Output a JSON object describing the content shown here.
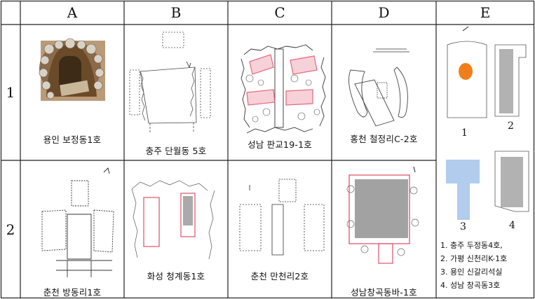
{
  "columns": [
    "A",
    "B",
    "C",
    "D",
    "E"
  ],
  "rows": [
    "1",
    "2"
  ],
  "captions": {
    "r1": [
      "용인 보정동1호",
      "충주 단월동 5호",
      "성남 판교19-1호",
      "홍천 철정리C-2호"
    ],
    "r2": [
      "춘천 방동리1호",
      "화성 청계동1호",
      "춘천 만천리2호",
      "성남창곡동바-1호"
    ]
  },
  "e_panel": {
    "numbers": [
      "1",
      "2",
      "3",
      "4"
    ],
    "legend": [
      "1. 충주 두정동4호,",
      "2. 가평 신천리K-1호",
      "3. 용인 신갈리석실",
      "4. 성남 창곡동3호"
    ]
  },
  "colors": {
    "highlight_red": "#e0506a",
    "highlight_orange": "#f07f1a",
    "highlight_blue": "#a9c6ea",
    "photo_brown": "#7a5a3a"
  }
}
